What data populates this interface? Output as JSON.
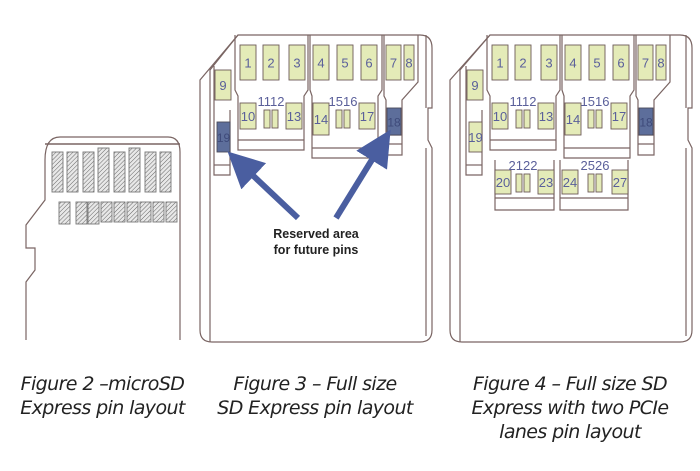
{
  "figures": [
    {
      "id": "fig2",
      "caption_line1": "Figure 2 –microSD",
      "caption_line2": "Express pin layout",
      "card_type": "microSD",
      "pin_style": "hatched",
      "top_row_pins": 8,
      "bottom_row_pins": 9
    },
    {
      "id": "fig3",
      "caption_line1": "Figure 3 – Full size",
      "caption_line2": "SD Express pin layout",
      "card_type": "Full size SD",
      "pins": [
        "1",
        "2",
        "3",
        "4",
        "5",
        "6",
        "7",
        "8",
        "9",
        "10",
        "11",
        "12",
        "13",
        "14",
        "15",
        "16",
        "17",
        "18",
        "19"
      ],
      "highlighted_pins": [
        "18",
        "19"
      ],
      "annotation_line1": "Reserved area",
      "annotation_line2": "for future pins"
    },
    {
      "id": "fig4",
      "caption_line1": "Figure 4 – Full size SD",
      "caption_line2": "Express with two PCIe",
      "caption_line3": "lanes pin layout",
      "card_type": "Full size SD",
      "pins": [
        "1",
        "2",
        "3",
        "4",
        "5",
        "6",
        "7",
        "8",
        "9",
        "10",
        "11",
        "12",
        "13",
        "14",
        "15",
        "16",
        "17",
        "18",
        "19",
        "20",
        "21",
        "22",
        "23",
        "24",
        "25",
        "26",
        "27"
      ],
      "highlighted_pins": [
        "18"
      ]
    }
  ],
  "colors": {
    "pin_fill": "#e4ebb8",
    "pin_highlight": "#5d6e9b",
    "outline": "#7a6563",
    "arrow": "#4a5ea0",
    "label": "#5a5f9a"
  }
}
